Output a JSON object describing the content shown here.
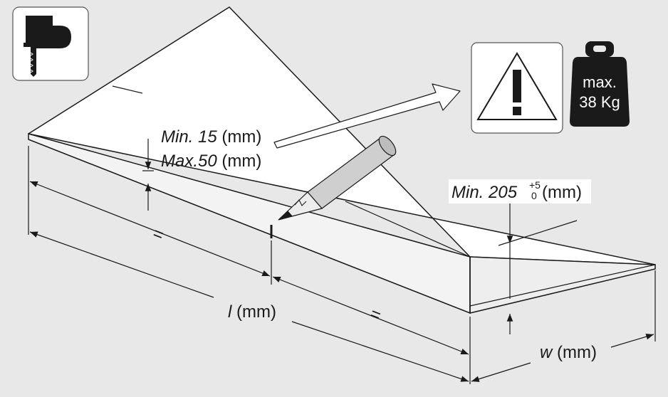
{
  "labels": {
    "thickness_min_prefix": "Min. 15",
    "thickness_min_unit": " (mm)",
    "thickness_max_prefix": "Max.50",
    "thickness_max_unit": " (mm)",
    "height_prefix": "Min. 205",
    "height_sup": "+5",
    "height_sub": "0",
    "height_unit": " (mm)",
    "equal_left": "=",
    "equal_right": "=",
    "length_var": "l",
    "length_unit": " (mm)",
    "width_var": "w",
    "width_unit": " (mm)"
  },
  "weight_badge": {
    "line1": "max.",
    "line2": "38 Kg"
  },
  "icons": {
    "tool": "jigsaw-icon",
    "warning": "warning-triangle-icon",
    "weight": "weight-icon",
    "pencil": "pencil-icon"
  },
  "colors": {
    "background": "#e8e8e8",
    "board_top": "#ffffff",
    "stroke": "#1a1a1a",
    "pencil": "#cfcfcf"
  }
}
